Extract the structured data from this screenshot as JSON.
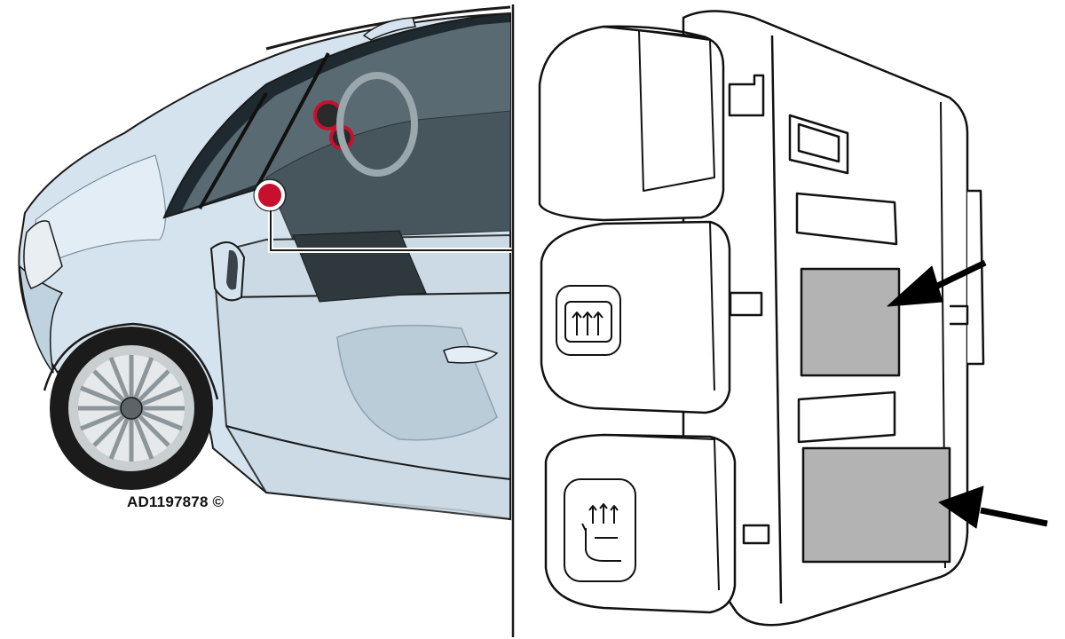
{
  "diagram": {
    "reference_code": "AD1197878 ©",
    "left_panel": {
      "subject": "car-cutaway",
      "marker_color": "#c8102e",
      "body_color": "#d4e3ee",
      "glass_color": "#5a6a72"
    },
    "right_panel": {
      "subject": "switch-pack-rear",
      "buttons": [
        {
          "name": "blank-button-icon"
        },
        {
          "name": "rear-defrost-icon"
        },
        {
          "name": "heated-seat-icon"
        }
      ],
      "highlight_pads": 2,
      "pad_color": "#b3b3b3",
      "arrow_color": "#000000"
    }
  }
}
